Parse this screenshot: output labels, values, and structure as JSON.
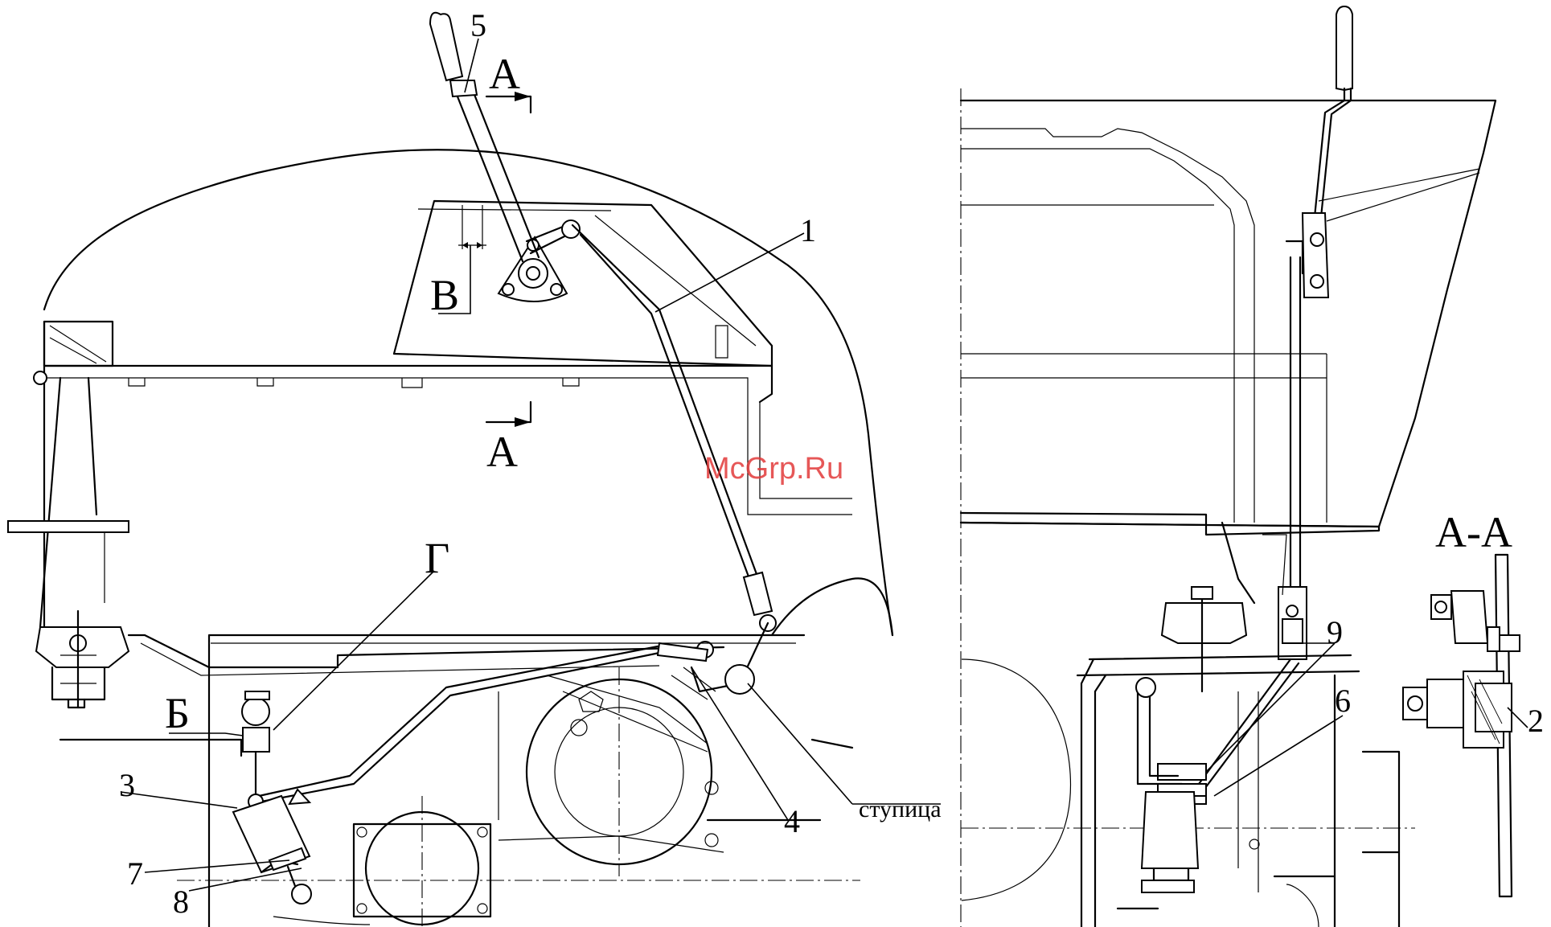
{
  "labels": {
    "n1": "1",
    "n2": "2",
    "n3": "3",
    "n4": "4",
    "n5": "5",
    "n6": "6",
    "n7": "7",
    "n8": "8",
    "n9": "9",
    "section_a_top": "А",
    "section_a_bottom": "А",
    "view_b": "Б",
    "view_v": "В",
    "view_g": "Г",
    "hub": "ступица",
    "section_title": "А-А"
  },
  "watermark": "McGrp.Ru"
}
